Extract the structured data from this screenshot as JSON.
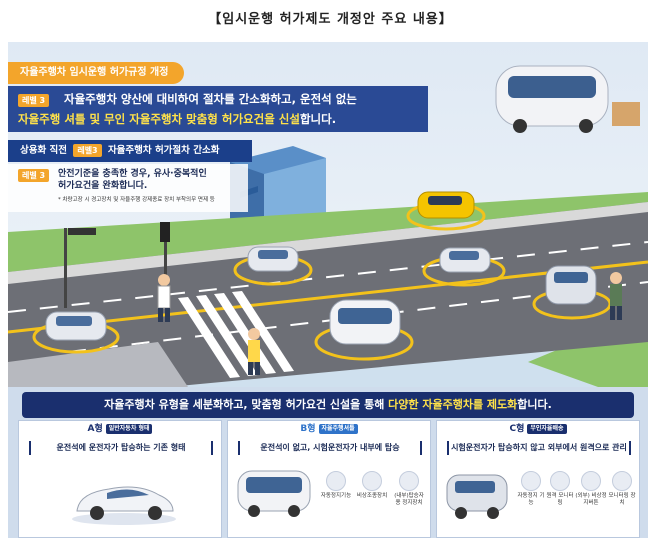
{
  "page_title": "【임시운행 허가제도 개정안 주요 내용】",
  "banner": {
    "tag": "자율주행차 임시운행 허가규정 개정",
    "level_badge": "레벨 3",
    "headline_line1": "자율주행차 양산에 대비하여 절차를 간소화하고, 운전석 없는",
    "headline_line2_highlight": "자율주행 셔틀 및 무인 자율주행차 맞춤형 허가요건을 신설",
    "headline_line2_tail": "합니다."
  },
  "level3_section": {
    "prefix": "상용화 직전",
    "badge": "레벨3",
    "title": "자율주행차 허가절차 간소화",
    "badge_small": "레벨 3",
    "text_line1": "안전기준을 충족한 경우, 유사·중복적인",
    "text_line2": "허가요건을 완화합니다.",
    "note": "* 차량고장 시 경고장치 및 자율주행 강제종료 장치 부착의무 면제 등"
  },
  "summary": {
    "lead": "자율주행차 유형을 세분화하고, 맞춤형 허가요건 신설을 통해 ",
    "highlight": "다양한 자율주행차를 제도화",
    "tail": "합니다."
  },
  "types": [
    {
      "letter": "A형",
      "tag": "일반자동차 형태",
      "desc": "운전석에 운전자가 탑승하는 기존 형태",
      "color": "#1a2f6e",
      "features": []
    },
    {
      "letter": "B형",
      "tag": "자율주행셔틀",
      "desc": "운전석이 없고, 시험운전자가 내부에 탑승",
      "color": "#2f73c9",
      "features": [
        "자동정지기능",
        "비상조종장치",
        "(내부)탑승자용 정지장치"
      ]
    },
    {
      "letter": "C형",
      "tag": "무인자율배송",
      "desc": "시험운전자가 탑승하지 않고 외부에서 원격으로 관리",
      "color": "#1a2f6e",
      "features": [
        "자동정지 기능",
        "원격 모니터링",
        "(외부) 비상정지버튼",
        "모니터링 장치"
      ]
    }
  ],
  "colors": {
    "navy": "#1a2f6e",
    "orange": "#f3a52b",
    "yellow": "#ffe24a"
  }
}
